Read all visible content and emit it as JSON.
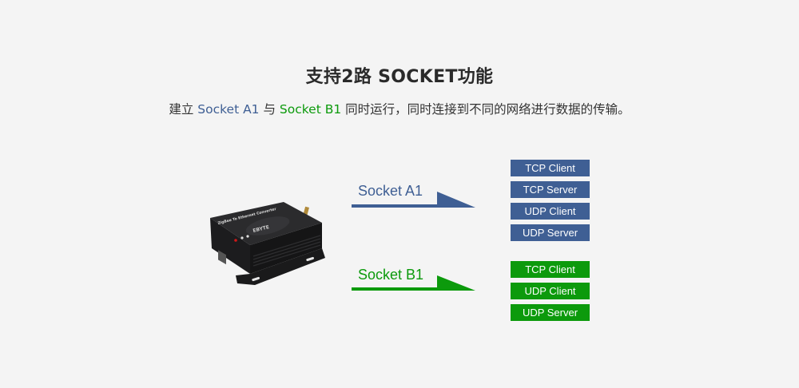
{
  "header": {
    "title": "支持2路 SOCKET功能",
    "subtitle_prefix": "建立 ",
    "subtitle_a1": "Socket A1",
    "subtitle_mid": " 与 ",
    "subtitle_b1": "Socket B1",
    "subtitle_suffix": " 同时运行，同时连接到不同的网络进行数据的传输。"
  },
  "device": {
    "label": "ZigBee To Ethernet Converter",
    "brand": "EBYTE",
    "icon": "converter-device-image"
  },
  "colors": {
    "socket_a": "#3f5f94",
    "socket_b": "#0c9a0c",
    "background": "#f4f4f4"
  },
  "sockets": [
    {
      "name": "Socket A1",
      "color": "#3f5f94",
      "modes": [
        "TCP Client",
        "TCP Server",
        "UDP Client",
        "UDP Server"
      ]
    },
    {
      "name": "Socket B1",
      "color": "#0c9a0c",
      "modes": [
        "TCP Client",
        "UDP Client",
        "UDP Server"
      ]
    }
  ]
}
